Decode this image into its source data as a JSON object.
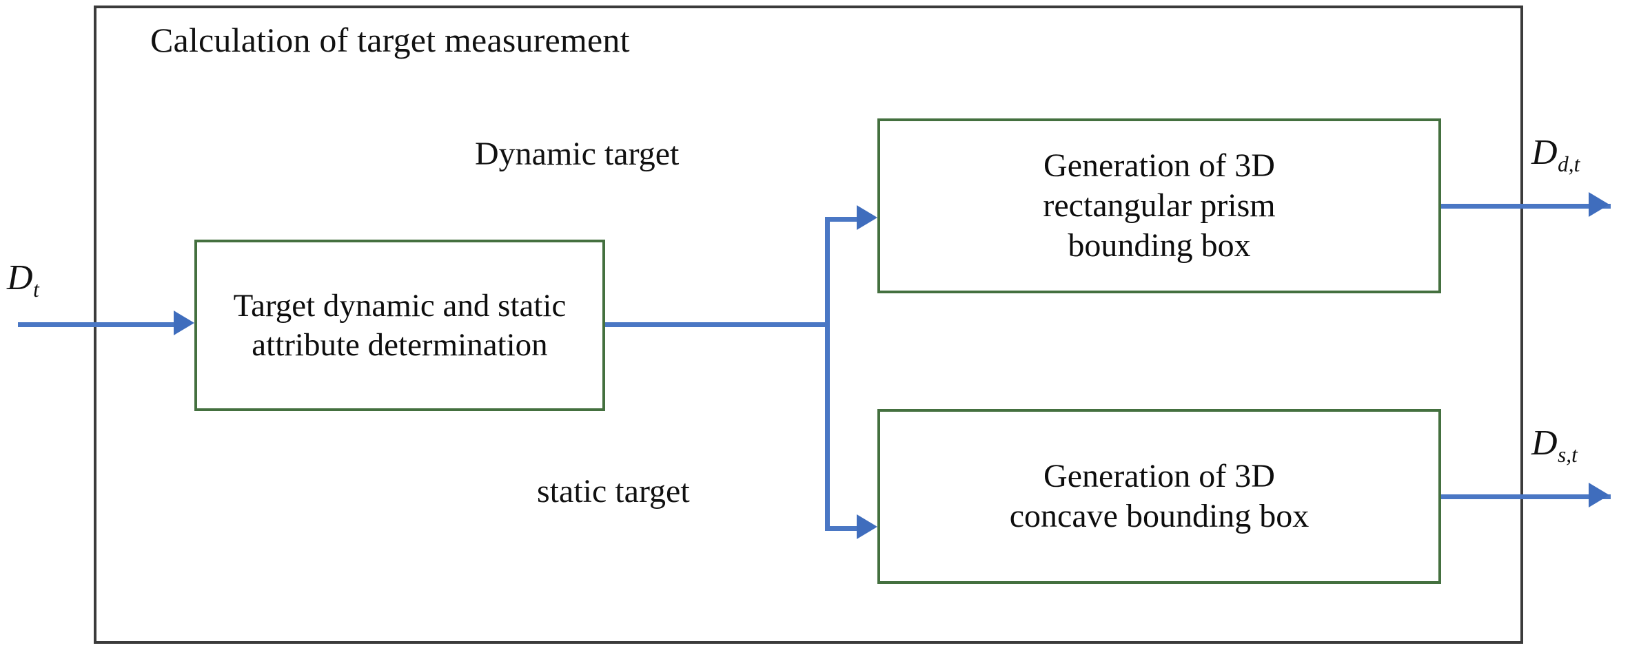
{
  "diagram": {
    "title": "Calculation of target measurement",
    "frame_color": "#3b3b3b",
    "box_border_color": "#44703f",
    "connector_color": "#4a77c4",
    "boxes": [
      {
        "id": "attribute",
        "label": "Target dynamic and static\nattribute determination"
      },
      {
        "id": "prism",
        "label": "Generation of 3D\nrectangular prism\nbounding box"
      },
      {
        "id": "concave",
        "label": "Generation of 3D\nconcave bounding box"
      }
    ],
    "branch_labels": [
      {
        "id": "dynamic",
        "label": "Dynamic target"
      },
      {
        "id": "static",
        "label": "static target"
      }
    ],
    "variables": [
      {
        "id": "input",
        "base": "D",
        "sub": "t"
      },
      {
        "id": "output_dynamic",
        "base": "D",
        "sub": "d,t"
      },
      {
        "id": "output_static",
        "base": "D",
        "sub": "s,t"
      }
    ]
  }
}
